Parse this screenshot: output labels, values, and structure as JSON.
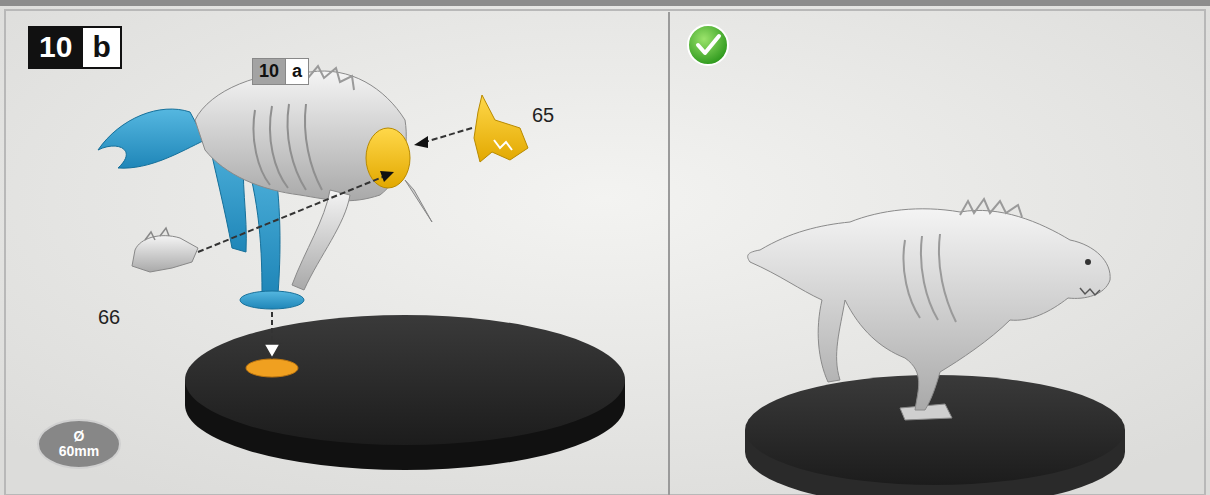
{
  "diagram": {
    "nodes": [
      {
        "text": [
          "10",
          "b"
        ]
      },
      {
        "text": [
          "10",
          "a"
        ]
      },
      {
        "text": [
          "Ø 60mm"
        ]
      }
    ],
    "labels": [
      "65",
      "66"
    ]
  }
}
